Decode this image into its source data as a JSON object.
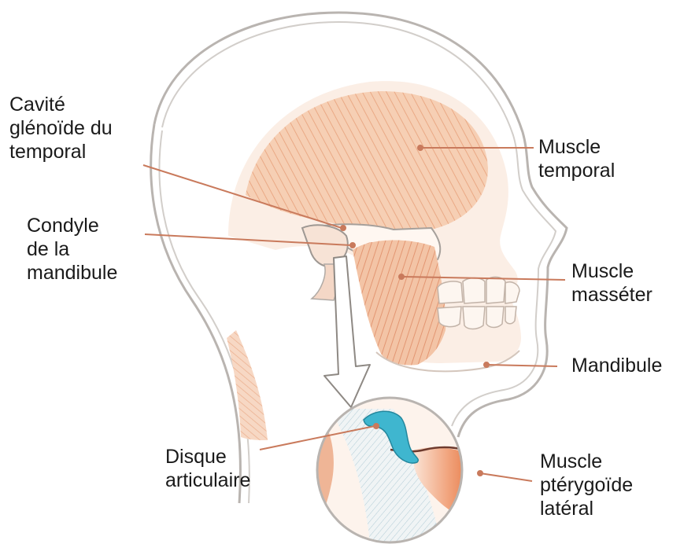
{
  "labels": {
    "cavite": [
      "Cavité",
      "glénoïde du",
      "temporal"
    ],
    "condyle": [
      "Condyle",
      "de la",
      "mandibule"
    ],
    "temporal": [
      "Muscle",
      "temporal"
    ],
    "masseter": [
      "Muscle",
      "masséter"
    ],
    "mandibule": [
      "Mandibule"
    ],
    "disque": [
      "Disque",
      "articulaire"
    ],
    "pterygoide": [
      "Muscle",
      "ptérygoïde",
      "latéral"
    ]
  },
  "colors": {
    "outline": "#b9b4b0",
    "muscle": "#f2bf9f",
    "muscle_dark": "#e7966b",
    "leader": "#c97a5c",
    "disc": "#3fb6cf"
  }
}
